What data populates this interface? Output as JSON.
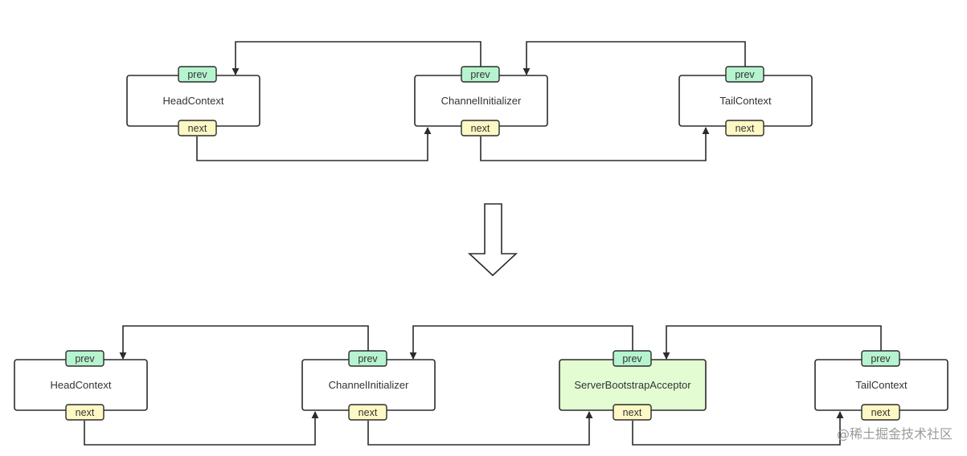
{
  "colors": {
    "stroke": "#2b2b2b",
    "node_fill": "#ffffff",
    "highlight_fill": "#e3fcd2",
    "prev_fill": "#b6f3cf",
    "next_fill": "#fdf8c4"
  },
  "before": {
    "nodes": [
      {
        "label": "HeadContext",
        "prev": "prev",
        "next": "next"
      },
      {
        "label": "ChannelInitializer",
        "prev": "prev",
        "next": "next"
      },
      {
        "label": "TailContext",
        "prev": "prev",
        "next": "next"
      }
    ]
  },
  "transition_icon": "down-arrow-icon",
  "after": {
    "nodes": [
      {
        "label": "HeadContext",
        "prev": "prev",
        "next": "next"
      },
      {
        "label": "ChannelInitializer",
        "prev": "prev",
        "next": "next"
      },
      {
        "label": "ServerBootstrapAcceptor",
        "prev": "prev",
        "next": "next",
        "highlight": true
      },
      {
        "label": "TailContext",
        "prev": "prev",
        "next": "next"
      }
    ]
  },
  "watermark": "@稀土掘金技术社区"
}
